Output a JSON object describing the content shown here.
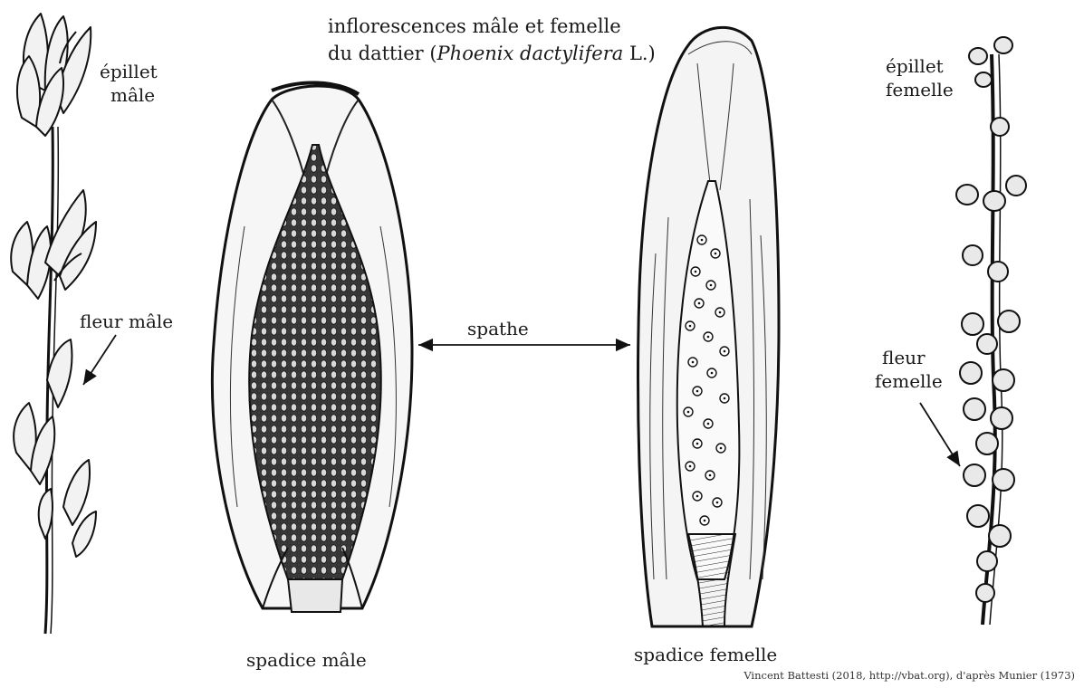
{
  "title": {
    "line1": "inflorescences mâle et femelle",
    "line2_prefix": "du dattier (",
    "line2_species": "Phoenix dactylifera",
    "line2_suffix": " L.)"
  },
  "labels": {
    "epillet_male_1": "épillet",
    "epillet_male_2": "mâle",
    "fleur_male": "fleur mâle",
    "spathe": "spathe",
    "spadice_male": "spadice mâle",
    "spadice_femelle": "spadice femelle",
    "epillet_femelle_1": "épillet",
    "epillet_femelle_2": "femelle",
    "fleur_femelle_1": "fleur",
    "fleur_femelle_2": "femelle"
  },
  "credit": "Vincent Battesti (2018, http://vbat.org), d'après Munier (1973)"
}
